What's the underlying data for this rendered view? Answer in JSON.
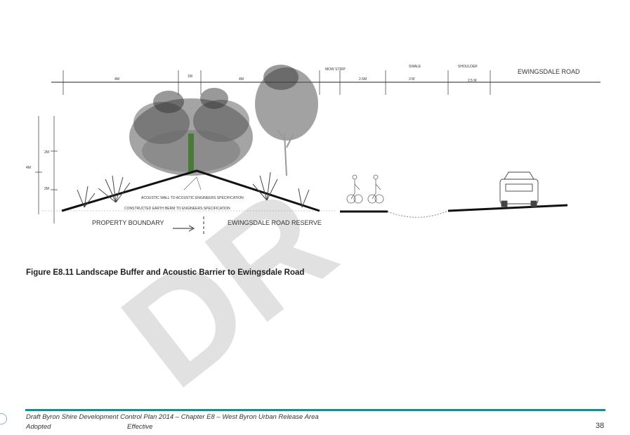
{
  "diagram": {
    "dimensions": {
      "top_4m_left": "4M",
      "top_1m": "1M",
      "top_4m_right": "4M",
      "mow_strip": "MOW STRIP",
      "dim_2_5m": "2.5M",
      "swale": "SWALE",
      "dim_3m": "3 M",
      "shoulder": "SHOULDER",
      "dim_2_5m_b": "2.5 M",
      "road_name": "EWINGSDALE ROAD",
      "vert_4m": "4M",
      "vert_2m_top": "2M",
      "vert_2m_bottom": "2M"
    },
    "notes": {
      "acoustic_wall": "ACOUSTIC WALL TO ACOUSTIC ENGINEERS SPECIFICATION",
      "berm": "CONSTRUCTED EARTH BERM TO ENGINEERS SPECIFICATION"
    },
    "property_boundary": "PROPERTY BOUNDARY",
    "road_reserve": "EWINGSDALE ROAD RESERVE",
    "watermark": "DR"
  },
  "caption": "Figure E8.11 Landscape Buffer and Acoustic Barrier to Ewingsdale Road",
  "footer": {
    "line1": "Draft Byron Shire Development Control Plan 2014 – Chapter E8 – West Byron Urban Release Area",
    "adopted": "Adopted",
    "effective": "Effective",
    "page": "38"
  },
  "colors": {
    "rule": "#1e8a8a",
    "wall": "#4a7a3a",
    "watermark": "#c8c8c8"
  }
}
